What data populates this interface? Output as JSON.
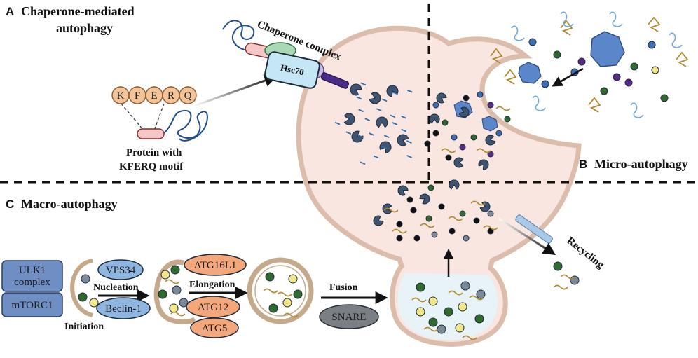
{
  "panels": {
    "a": {
      "letter": "A",
      "title_line1": "Chaperone-mediated",
      "title_line2": "autophagy"
    },
    "b": {
      "letter": "B",
      "title": "Micro-autophagy"
    },
    "c": {
      "letter": "C",
      "title": "Macro-autophagy"
    }
  },
  "cma": {
    "motif_letters": [
      "K",
      "F",
      "E",
      "R",
      "Q"
    ],
    "protein_label_line1": "Protein with",
    "protein_label_line2": "KFERQ  motif",
    "chaperone_complex_label": "Chaperone complex",
    "hsc70_label": "Hsc70"
  },
  "macro": {
    "ulk1_line1": "ULK1",
    "ulk1_line2": "complex",
    "mtorc1": "mTORC1",
    "initiation": "Initiation",
    "vps34": "VPS34",
    "nucleation": "Nucleation",
    "beclin": "Beclin-1",
    "atg16l1": "ATG16L1",
    "elongation": "Elongation",
    "atg12": "ATG12",
    "atg5": "ATG5",
    "fusion": "Fusion",
    "snare": "SNARE",
    "recycling": "Recycling"
  },
  "colors": {
    "lysosome_fill": "#f9e6e1",
    "lysosome_stroke": "#dcbcab",
    "membrane_tan": "#c6a98a",
    "kferq_orange": "#f3c49a",
    "atg_orange": "#f3a77a",
    "blue_box": "#6f8ec4",
    "light_blue_pill": "#8fb6e0",
    "snare_gray": "#7a7f86",
    "green_dot": "#2f6b2f",
    "yellow_dot": "#f4e78a",
    "gray_dot": "#7b8a9a"
  }
}
